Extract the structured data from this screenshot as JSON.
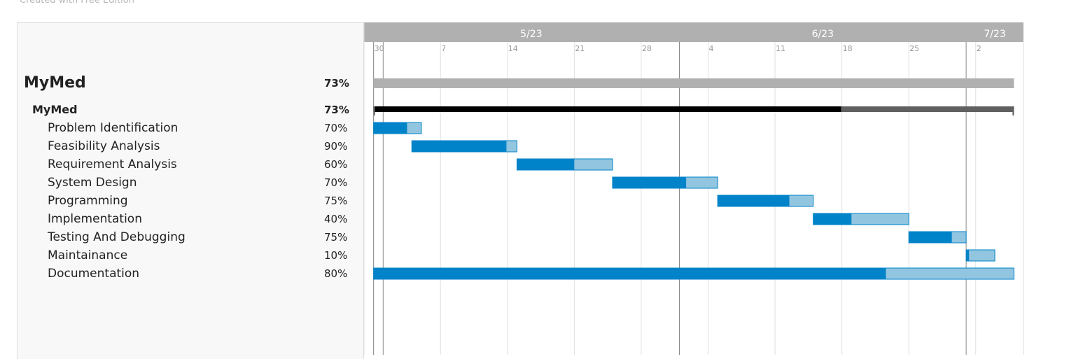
{
  "watermark": "Created with Free Edition",
  "timeline": {
    "months": [
      {
        "label": "5/23",
        "date": "2023-05-01"
      },
      {
        "label": "6/23",
        "date": "2023-06-01"
      },
      {
        "label": "7/23",
        "date": "2023-07-01"
      }
    ],
    "weeks": [
      {
        "label": "30",
        "date": "2023-04-30"
      },
      {
        "label": "7",
        "date": "2023-05-07"
      },
      {
        "label": "14",
        "date": "2023-05-14"
      },
      {
        "label": "21",
        "date": "2023-05-21"
      },
      {
        "label": "28",
        "date": "2023-05-28"
      },
      {
        "label": "4",
        "date": "2023-06-04"
      },
      {
        "label": "11",
        "date": "2023-06-11"
      },
      {
        "label": "18",
        "date": "2023-06-18"
      },
      {
        "label": "25",
        "date": "2023-06-25"
      },
      {
        "label": "2",
        "date": "2023-07-02"
      }
    ],
    "range": [
      "2023-04-29",
      "2023-07-07"
    ]
  },
  "chart_data": {
    "type": "gantt",
    "rows": [
      {
        "name": "MyMed",
        "level": 0,
        "progress": 73,
        "progress_label": "73%",
        "start": "2023-04-30",
        "end": "2023-07-06"
      },
      {
        "name": "MyMed",
        "level": 1,
        "progress": 73,
        "progress_label": "73%",
        "start": "2023-04-30",
        "end": "2023-07-06"
      },
      {
        "name": "Problem Identification",
        "level": 2,
        "progress": 70,
        "progress_label": "70%",
        "start": "2023-04-30",
        "end": "2023-05-05"
      },
      {
        "name": "Feasibility Analysis",
        "level": 2,
        "progress": 90,
        "progress_label": "90%",
        "start": "2023-05-04",
        "end": "2023-05-15"
      },
      {
        "name": "Requirement Analysis",
        "level": 2,
        "progress": 60,
        "progress_label": "60%",
        "start": "2023-05-15",
        "end": "2023-05-25"
      },
      {
        "name": "System Design",
        "level": 2,
        "progress": 70,
        "progress_label": "70%",
        "start": "2023-05-25",
        "end": "2023-06-05"
      },
      {
        "name": "Programming",
        "level": 2,
        "progress": 75,
        "progress_label": "75%",
        "start": "2023-06-05",
        "end": "2023-06-15"
      },
      {
        "name": "Implementation",
        "level": 2,
        "progress": 40,
        "progress_label": "40%",
        "start": "2023-06-15",
        "end": "2023-06-25"
      },
      {
        "name": "Testing And Debugging",
        "level": 2,
        "progress": 75,
        "progress_label": "75%",
        "start": "2023-06-25",
        "end": "2023-07-01"
      },
      {
        "name": "Maintainance",
        "level": 2,
        "progress": 10,
        "progress_label": "10%",
        "start": "2023-07-01",
        "end": "2023-07-04"
      },
      {
        "name": "Documentation",
        "level": 2,
        "progress": 80,
        "progress_label": "80%",
        "start": "2023-04-30",
        "end": "2023-07-06"
      }
    ],
    "colors": {
      "header_bg": "#b0b0b0",
      "project_bar": "#b0b0b0",
      "summary_done": "#000000",
      "summary_remaining": "#606060",
      "task_done": "#0083c8",
      "task_remaining": "#92c5e0",
      "grid": "#e0e0e0",
      "month_line": "#888888"
    }
  }
}
